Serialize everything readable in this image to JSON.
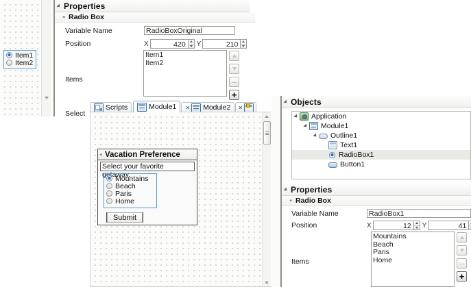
{
  "top_properties": {
    "title": "Properties",
    "section": "Radio Box",
    "variable_name_label": "Variable Name",
    "variable_name_value": "RadioBoxOriginal",
    "position_label": "Position",
    "x_label": "X",
    "x_value": "420",
    "y_label": "Y",
    "y_value": "210",
    "items_label": "Items",
    "items": [
      "Item1",
      "Item2"
    ],
    "select_label": "Select",
    "buttons": {
      "move_up": "▲",
      "move_down": "▼",
      "remove": "–",
      "add": "+"
    }
  },
  "left_canvas": {
    "radio_widget": {
      "items": [
        "Item1",
        "Item2"
      ],
      "selected_index": 0
    },
    "selection_color": "#4aa0ea"
  },
  "tabs": [
    {
      "label": "Scripts",
      "icon": "scripts-icon",
      "active": false,
      "closable": false
    },
    {
      "label": "Module1",
      "icon": "module-icon",
      "active": true,
      "closable": false
    },
    {
      "label": "Module2",
      "icon": "module-icon",
      "active": false,
      "closable": true
    },
    {
      "label": "",
      "icon": "new-module-icon",
      "active": false,
      "closable": true
    }
  ],
  "design_canvas": {
    "group_box": {
      "title": "Vacation Preference",
      "prompt": "Select your favorite getaway.",
      "radio_items": [
        "Mountains",
        "Beach",
        "Paris",
        "Home"
      ],
      "selected_index": 0,
      "submit_label": "Submit"
    }
  },
  "objects_panel": {
    "title": "Objects",
    "tree": [
      {
        "label": "Application",
        "icon": "application-icon",
        "depth": 0,
        "expanded": true
      },
      {
        "label": "Module1",
        "icon": "module-icon",
        "depth": 1,
        "expanded": true
      },
      {
        "label": "Outline1",
        "icon": "outline-icon",
        "depth": 2,
        "expanded": true
      },
      {
        "label": "Text1",
        "icon": "text-icon",
        "depth": 3,
        "expanded": false
      },
      {
        "label": "RadioBox1",
        "icon": "radio-icon",
        "depth": 3,
        "expanded": false,
        "selected": true
      },
      {
        "label": "Button1",
        "icon": "button-icon",
        "depth": 3,
        "expanded": false
      }
    ]
  },
  "bottom_properties": {
    "title": "Properties",
    "section": "Radio Box",
    "variable_name_label": "Variable Name",
    "variable_name_value": "RadioBox1",
    "position_label": "Position",
    "x_label": "X",
    "x_value": "12",
    "y_label": "Y",
    "y_value": "41",
    "items_label": "Items",
    "items": [
      "Mountains",
      "Beach",
      "Paris",
      "Home"
    ],
    "buttons": {
      "move_up": "▲",
      "move_down": "▼",
      "remove": "–",
      "add": "+"
    }
  }
}
